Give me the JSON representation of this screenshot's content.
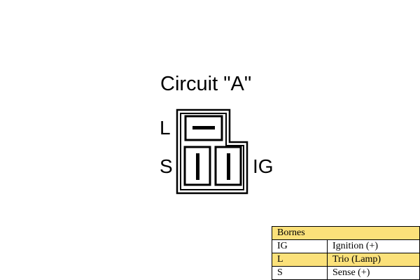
{
  "diagram": {
    "title": "Circuit \"A\"",
    "pins": {
      "l": "L",
      "s": "S",
      "ig": "IG"
    }
  },
  "legend": {
    "header": "Bornes",
    "rows": [
      {
        "key": "IG",
        "value": "Ignition (+)",
        "highlight": false
      },
      {
        "key": "L",
        "value": "Trio (Lamp)",
        "highlight": true
      },
      {
        "key": "S",
        "value": "Sense (+)",
        "highlight": false
      }
    ],
    "highlight_color": "#fbe17a"
  }
}
